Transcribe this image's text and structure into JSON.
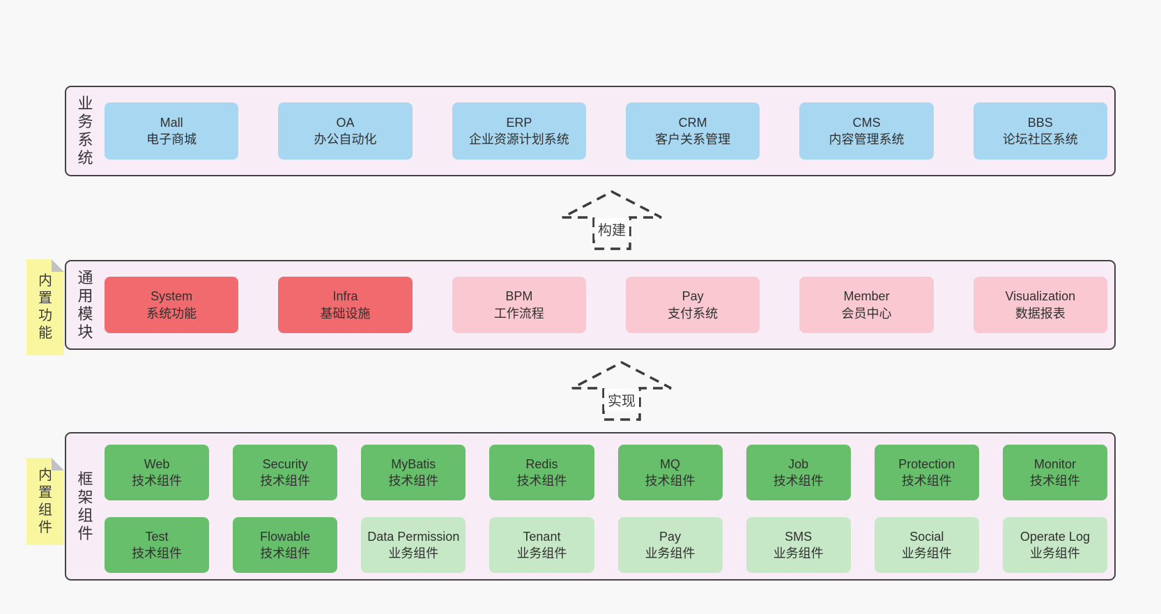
{
  "colors": {
    "bg": "#f8f8f8",
    "panel_bg": "#f8edf6",
    "panel_border": "#424242",
    "blue": "#a7d7f1",
    "red": "#f16a6e",
    "pink": "#f9c8d1",
    "green": "#67bf6b",
    "light_green": "#c6e8c6",
    "note_yellow": "#f9f6a0",
    "note_fold": "#c2c2c2",
    "text": "#333333"
  },
  "arrows": [
    {
      "label": "构建"
    },
    {
      "label": "实现"
    }
  ],
  "panels": {
    "business": {
      "label": "业务系统",
      "label_vertical": "业\n务\n系\n统",
      "boxes": [
        {
          "title": "Mall",
          "subtitle": "电子商城",
          "style": "blue"
        },
        {
          "title": "OA",
          "subtitle": "办公自动化",
          "style": "blue"
        },
        {
          "title": "ERP",
          "subtitle": "企业资源计划系统",
          "style": "blue"
        },
        {
          "title": "CRM",
          "subtitle": "客户关系管理",
          "style": "blue"
        },
        {
          "title": "CMS",
          "subtitle": "内容管理系统",
          "style": "blue"
        },
        {
          "title": "BBS",
          "subtitle": "论坛社区系统",
          "style": "blue"
        }
      ]
    },
    "modules": {
      "label": "通用模块",
      "label_vertical": "通\n用\n模\n块",
      "note": "内置功能",
      "note_vertical": "内\n置\n功\n能",
      "boxes": [
        {
          "title": "System",
          "subtitle": "系统功能",
          "style": "red"
        },
        {
          "title": "Infra",
          "subtitle": "基础设施",
          "style": "red"
        },
        {
          "title": "BPM",
          "subtitle": "工作流程",
          "style": "pink"
        },
        {
          "title": "Pay",
          "subtitle": "支付系统",
          "style": "pink"
        },
        {
          "title": "Member",
          "subtitle": "会员中心",
          "style": "pink"
        },
        {
          "title": "Visualization",
          "subtitle": "数据报表",
          "style": "pink"
        }
      ]
    },
    "framework": {
      "label": "框架组件",
      "label_vertical": "框\n架\n组\n件",
      "note": "内置组件",
      "note_vertical": "内\n置\n组\n件",
      "boxes": [
        {
          "title": "Web",
          "subtitle": "技术组件",
          "style": "green"
        },
        {
          "title": "Security",
          "subtitle": "技术组件",
          "style": "green"
        },
        {
          "title": "MyBatis",
          "subtitle": "技术组件",
          "style": "green"
        },
        {
          "title": "Redis",
          "subtitle": "技术组件",
          "style": "green"
        },
        {
          "title": "MQ",
          "subtitle": "技术组件",
          "style": "green"
        },
        {
          "title": "Job",
          "subtitle": "技术组件",
          "style": "green"
        },
        {
          "title": "Protection",
          "subtitle": "技术组件",
          "style": "green"
        },
        {
          "title": "Monitor",
          "subtitle": "技术组件",
          "style": "green"
        },
        {
          "title": "Test",
          "subtitle": "技术组件",
          "style": "green"
        },
        {
          "title": "Flowable",
          "subtitle": "技术组件",
          "style": "green"
        },
        {
          "title": "Data Permission",
          "subtitle": "业务组件",
          "style": "light-green"
        },
        {
          "title": "Tenant",
          "subtitle": "业务组件",
          "style": "light-green"
        },
        {
          "title": "Pay",
          "subtitle": "业务组件",
          "style": "light-green"
        },
        {
          "title": "SMS",
          "subtitle": "业务组件",
          "style": "light-green"
        },
        {
          "title": "Social",
          "subtitle": "业务组件",
          "style": "light-green"
        },
        {
          "title": "Operate Log",
          "subtitle": "业务组件",
          "style": "light-green"
        }
      ]
    }
  }
}
